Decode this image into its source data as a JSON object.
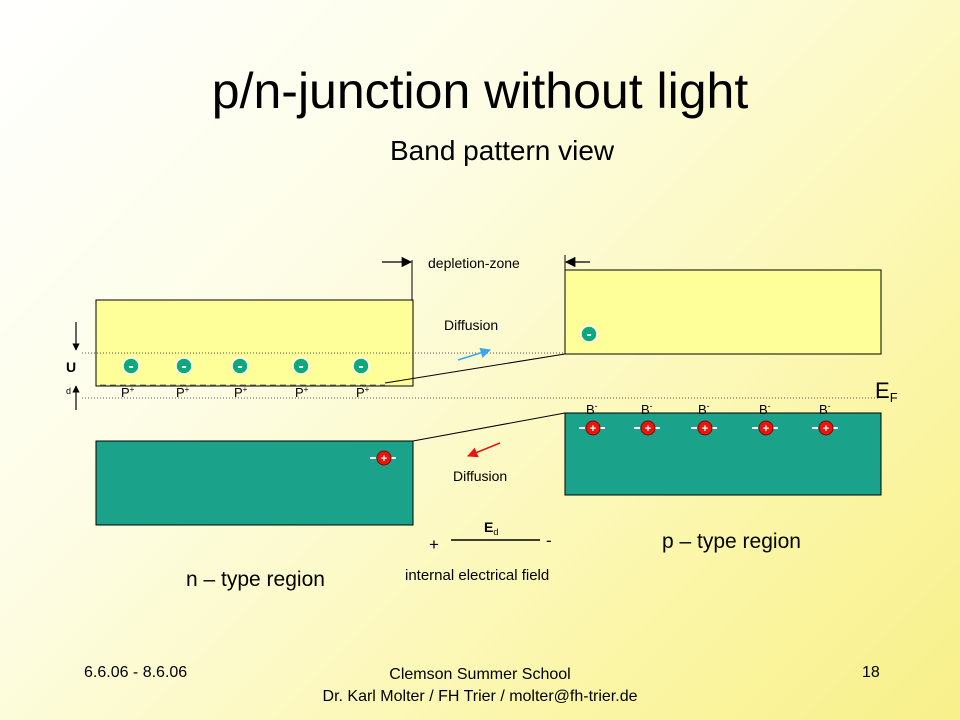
{
  "slide": {
    "title": "p/n-junction without light",
    "subtitle": "Band pattern view"
  },
  "diagram": {
    "depletion_zone_label": "depletion-zone",
    "diffusion_top_label": "Diffusion",
    "diffusion_bottom_label": "Diffusion",
    "fermi_label_main": "E",
    "fermi_label_sub": "F",
    "voltage_label_main": "U",
    "voltage_label_sub": "d",
    "field_label_main": "E",
    "field_label_sub": "d",
    "field_plus": "+",
    "field_minus": "-",
    "field_caption": "internal electrical field",
    "n_region_label": "n – type region",
    "p_region_label": "p – type region",
    "donor_main": "P",
    "donor_sup": "+",
    "acceptor_main": "B",
    "acceptor_sup": "-",
    "electron_sign": "-",
    "hole_sign": "+",
    "colors": {
      "conduction_band": "#ffff99",
      "valence_band": "#1aa38a",
      "electron": "#0fa878",
      "hole": "#e8160c",
      "diffusion_top_arrow": "#3aa7e8",
      "diffusion_bottom_arrow": "#e8160c"
    }
  },
  "footer": {
    "date": "6.6.06 - 8.6.06",
    "event": "Clemson Summer School",
    "author": "Dr. Karl Molter / FH Trier / molter@fh-trier.de",
    "page": "18"
  }
}
